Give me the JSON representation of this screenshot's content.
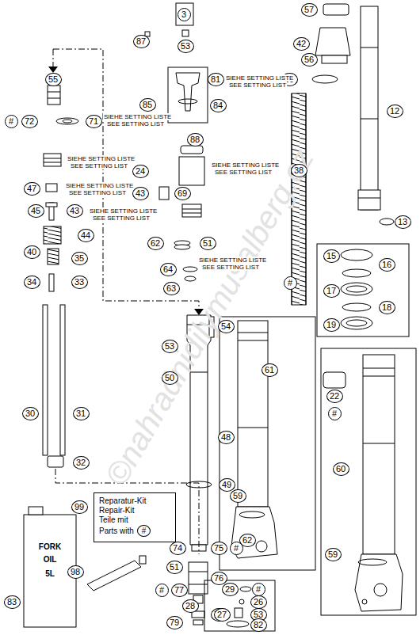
{
  "diagram": {
    "nodes": [
      {
        "text": [
          "Reparatur-Kit",
          "Repair-Kit",
          "Teile mit",
          "Parts with",
          "#"
        ]
      }
    ],
    "labels": [
      "3",
      "87",
      "53",
      "81",
      "85",
      "84",
      "55",
      "#",
      "72",
      "71",
      "SIEHE SETTING LISTE",
      "SEE SETTING LIST",
      "88",
      "24",
      "SIEHE SETTING LISTE",
      "SEE SETTING LIST",
      "47",
      "SIEHE SETTING LISTE",
      "SEE SETTING LIST",
      "43",
      "69",
      "45",
      "43",
      "SIEHE SETTING LISTE",
      "SEE SETTING LIST",
      "44",
      "40",
      "35",
      "62",
      "51",
      "SIEHE SETTING LISTE",
      "SEE SETTING LIST",
      "64",
      "34",
      "33",
      "63",
      "54",
      "53",
      "50",
      "48",
      "49",
      "30",
      "31",
      "32",
      "99",
      "74",
      "75",
      "#",
      "51",
      "76",
      "#",
      "77",
      "78",
      "79",
      "98",
      "83",
      "FORK",
      "OIL",
      "5L",
      "57",
      "42",
      "56",
      "39",
      "SIEHE SETTING LISTE",
      "SEE SETTING LIST",
      "12",
      "38",
      "SIEHE SETTING LISTE",
      "SEE SETTING LIST",
      "13",
      "15",
      "16",
      "#",
      "17",
      "18",
      "19",
      "61",
      "22",
      "#",
      "60",
      "59",
      "62",
      "59",
      "28",
      "29",
      "#",
      "26",
      "27",
      "53",
      "82",
      "©nahradnidilymusalberg.cz"
    ]
  }
}
